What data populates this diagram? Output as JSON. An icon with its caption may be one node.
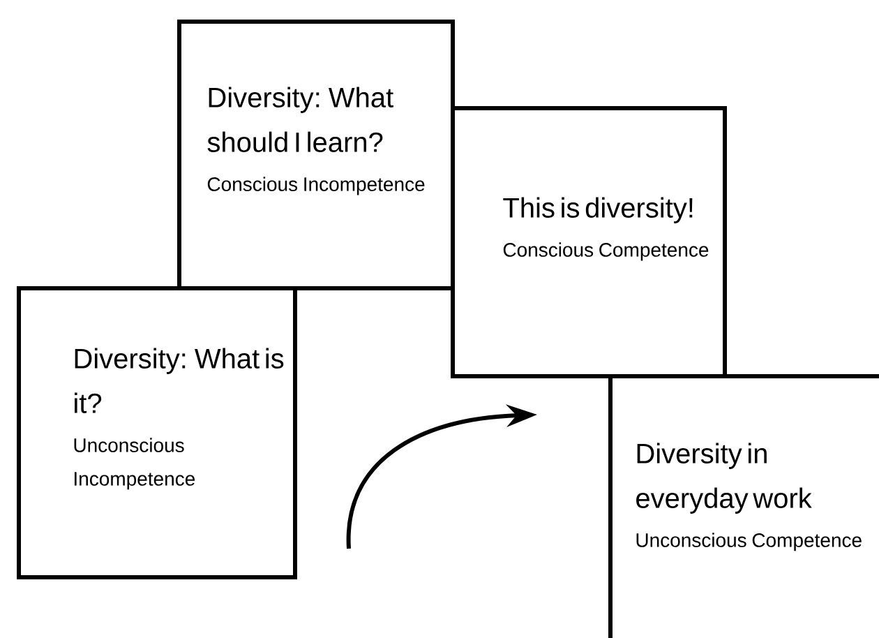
{
  "diagram": {
    "nodes": [
      {
        "text": [
          "Diversity: What is it?",
          "Unconscious Incompetence"
        ]
      },
      {
        "text": [
          "Diversity: What should I learn?",
          "Conscious Incompetence"
        ]
      },
      {
        "text": [
          "This is diversity!",
          "Conscious Competence"
        ]
      },
      {
        "text": [
          "Diversity in everyday work",
          "Unconscious Competence"
        ]
      }
    ]
  }
}
